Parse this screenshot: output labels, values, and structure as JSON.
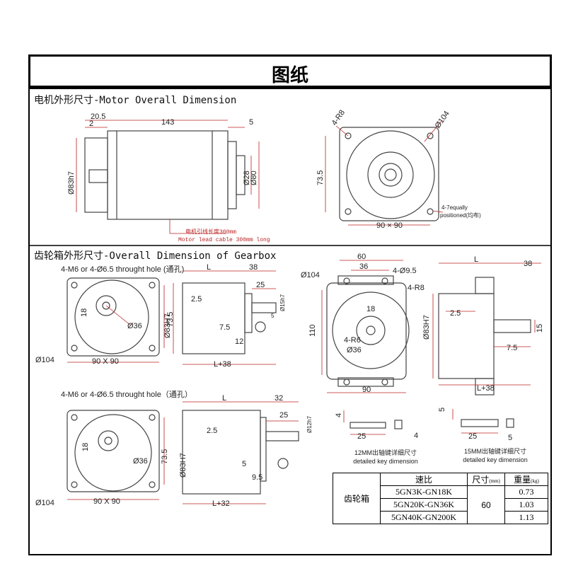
{
  "title": "图纸",
  "motor": {
    "section_title": "电机外形尺寸-Motor Overall Dimension",
    "dims": {
      "d_20_5": "20.5",
      "d_2": "2",
      "d_143": "143",
      "d_5": "5",
      "d_83h7": "Ø83h7",
      "d_28": "Ø28",
      "d_80": "Ø80",
      "r8": "4-R8",
      "d_104": "Ø104",
      "d_73_5": "73.5",
      "d_90_90": "90 × 90",
      "holes": "4-7equally\npositioned(均布)",
      "cable_cn": "电机引线长度300mm",
      "cable_en": "Motor lead cable 300mm long"
    }
  },
  "gearbox": {
    "section_title": "齿轮箱外形尺寸-Overall Dimension of Gearbox",
    "a": {
      "holes": "4-M6 or 4-Ø6.5 throught hole (通孔)",
      "d_18": "18",
      "d_36": "Ø36",
      "d_73_5": "73.5",
      "d_104": "Ø104",
      "d_90x90": "90 X 90",
      "d_L": "L",
      "d_38": "38",
      "d_25": "25",
      "d_15h7": "Ø15h7",
      "d_2_5": "2.5",
      "d_83h7": "Ø83H7",
      "d_7_5": "7.5",
      "d_12": "12",
      "d_5": "5",
      "d_L38": "L+38"
    },
    "b": {
      "holes": "4-M6 or 4-Ø6.5 throught hole（通孔）",
      "d_18": "18",
      "d_36": "Ø36",
      "d_73_5": "73.5",
      "d_104": "Ø104",
      "d_90x90": "90 X 90",
      "d_L": "L",
      "d_32": "32",
      "d_25": "25",
      "d_12h7": "Ø12h7",
      "d_2_5": "2.5",
      "d_83h7": "Ø83H7",
      "d_5": "5",
      "d_9_5": "9.5",
      "d_L32": "L+32"
    },
    "c": {
      "d_60": "60",
      "d_36": "36",
      "d_104": "Ø104",
      "holes": "4-Ø9.5",
      "r8": "4-R8",
      "d_18": "18",
      "d_110": "110",
      "r6": "4-R6",
      "d_36b": "Ø36",
      "d_90": "90",
      "d_L": "L",
      "d_38": "38",
      "d_83h7": "Ø83H7",
      "d_2_5": "2.5",
      "d_7_5": "7.5",
      "d_15": "15",
      "d_L38": "L+38"
    },
    "keys": {
      "k12_4": "4",
      "k12_25": "25",
      "k12_4b": "4",
      "k12_caption": "12MM出轴键详细尺寸\ndetailed key dimension",
      "k15_5": "5",
      "k15_25": "25",
      "k15_5b": "5",
      "k15_caption": "15MM出轴键详细尺寸\ndetailed key dimension"
    }
  },
  "table": {
    "row_header": "齿轮箱",
    "col_ratio": "速比",
    "col_size": "尺寸",
    "col_size_unit": "(mm)",
    "col_weight": "重量",
    "col_weight_unit": "(kg)",
    "size_value": "60",
    "rows": [
      {
        "ratio": "5GN3K-GN18K",
        "weight": "0.73"
      },
      {
        "ratio": "5GN20K-GN36K",
        "weight": "1.03"
      },
      {
        "ratio": "5GN40K-GN200K",
        "weight": "1.13"
      }
    ]
  }
}
